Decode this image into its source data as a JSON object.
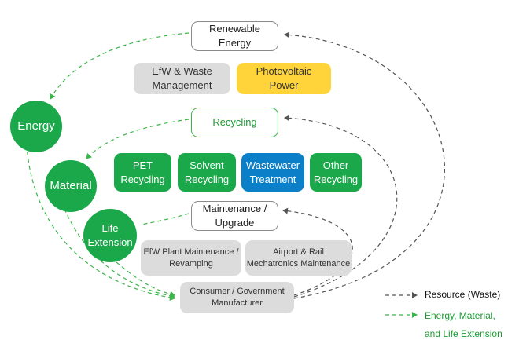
{
  "nodes": {
    "renewable": "Renewable\nEnergy",
    "efw_waste": "EfW & Waste\nManagement",
    "photovoltaic": "Photovoltaic\nPower",
    "recycling": "Recycling",
    "pet": "PET\nRecycling",
    "solvent": "Solvent\nRecycling",
    "wastewater": "Wastewater\nTreatment",
    "other": "Other\nRecycling",
    "maintenance": "Maintenance /\nUpgrade",
    "efw_plant": "EfW Plant Maintenance /\nRevamping",
    "airport_rail": "Airport & Rail\nMechatronics Maintenance",
    "consumer": "Consumer / Government\nManufacturer",
    "energy": "Energy",
    "material": "Material",
    "life_extension": "Life\nExtension"
  },
  "legend": {
    "resource": "Resource (Waste)",
    "energy_material": "Energy, Material,\nand Life Extension"
  },
  "colors": {
    "green": "#1aa84b",
    "green_line": "#3cb54a",
    "blue": "#0b7fc8",
    "yellow": "#ffd43b",
    "gray": "#dcdcdc",
    "dark_line": "#555555"
  }
}
